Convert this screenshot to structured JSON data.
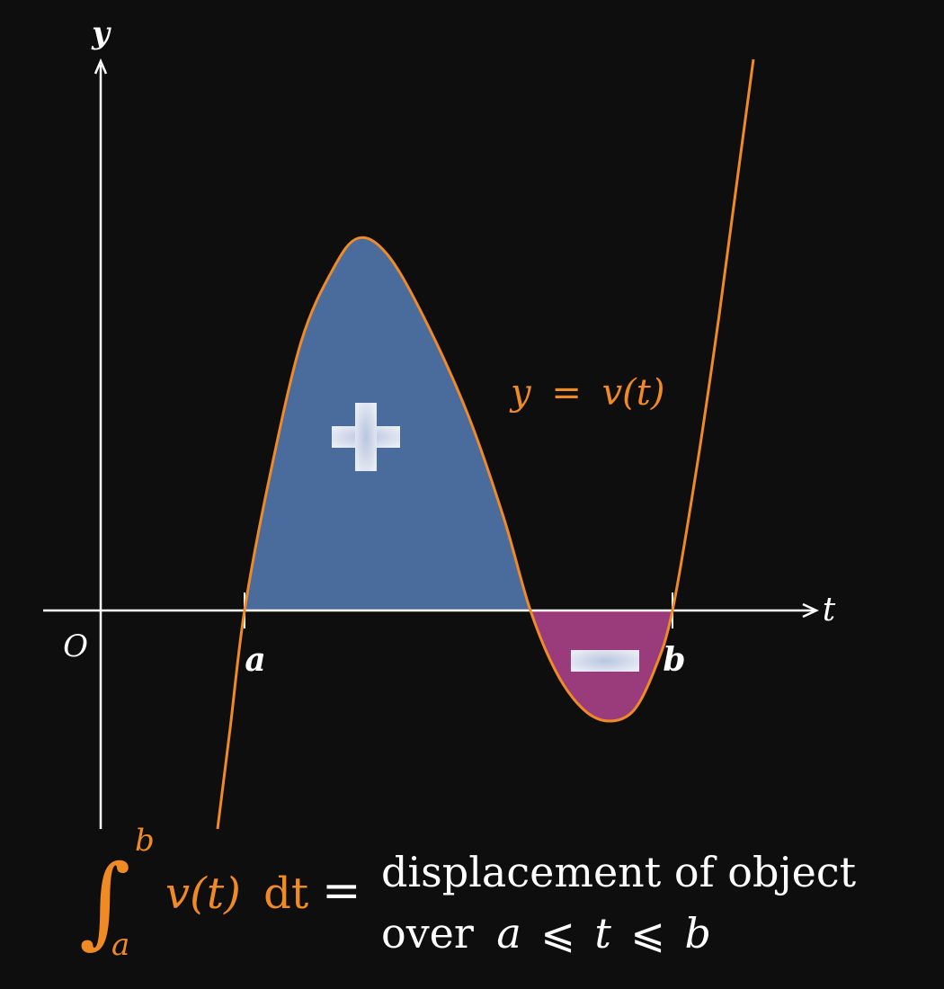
{
  "colors": {
    "background": "#0e0e0e",
    "axis": "#ffffff",
    "curve": "#f08a24",
    "positive_fill": "#4a6c9c",
    "negative_fill": "#9a3c7c",
    "sign": "#dde3f0"
  },
  "axes": {
    "y_label": "y",
    "x_label": "t",
    "origin_label": "O"
  },
  "markers": {
    "a_label": "a",
    "b_label": "b"
  },
  "curve_label": {
    "lhs": "y",
    "eq": "=",
    "rhs": "v(t)"
  },
  "signs": {
    "positive": "+",
    "negative": "−"
  },
  "formula": {
    "integral_symbol": "∫",
    "upper_limit": "b",
    "lower_limit": "a",
    "integrand": "v(t)",
    "differential": "dt",
    "equals": "=",
    "rhs_line1": "displacement of object",
    "rhs_line2_text": "over",
    "rhs_line2_a": "a",
    "rhs_line2_le1": "⩽",
    "rhs_line2_t": "t",
    "rhs_line2_le2": "⩽",
    "rhs_line2_b": "b"
  }
}
